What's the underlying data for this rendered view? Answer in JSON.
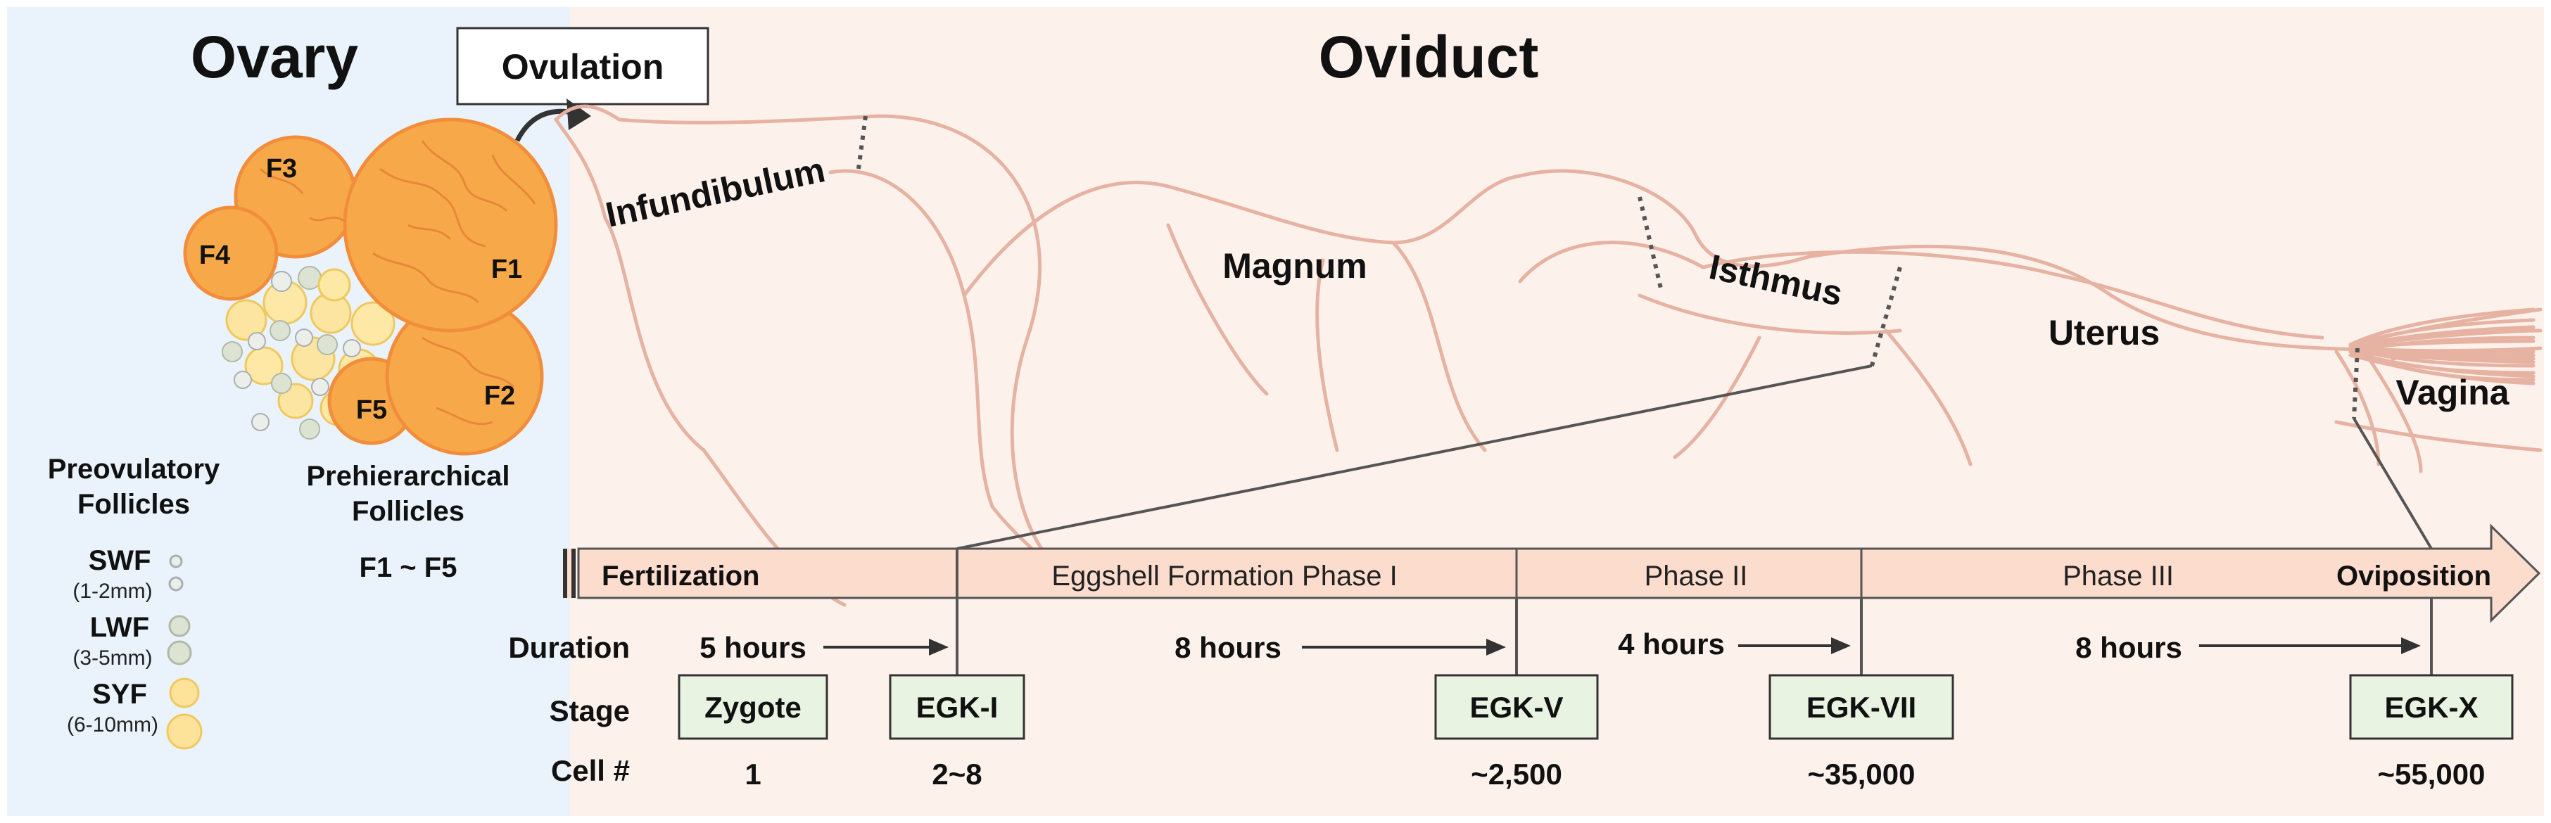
{
  "regions": {
    "ovary_title": "Ovary",
    "oviduct_title": "Oviduct",
    "ovulation_label": "Ovulation"
  },
  "oviduct_segments": {
    "infundibulum": "Infundibulum",
    "magnum": "Magnum",
    "isthmus": "Isthmus",
    "uterus": "Uterus",
    "vagina": "Vagina"
  },
  "follicles": {
    "f1": "F1",
    "f2": "F2",
    "f3": "F3",
    "f4": "F4",
    "f5": "F5",
    "preovulatory_line1": "Preovulatory",
    "preovulatory_line2": "Follicles",
    "prehierarchical_line1": "Prehierarchical",
    "prehierarchical_line2": "Follicles",
    "range": "F1 ~ F5"
  },
  "legend": [
    {
      "name": "SWF",
      "size": "(1-2mm)"
    },
    {
      "name": "LWF",
      "size": "(3-5mm)"
    },
    {
      "name": "SYF",
      "size": "(6-10mm)"
    }
  ],
  "timeline": {
    "start": "Fertilization",
    "phase1": "Eggshell Formation Phase I",
    "phase2": "Phase II",
    "phase3": "Phase III",
    "end": "Oviposition"
  },
  "row_labels": {
    "duration": "Duration",
    "stage": "Stage",
    "cells": "Cell #"
  },
  "durations": [
    "5 hours",
    "8 hours",
    "4 hours",
    "8 hours"
  ],
  "stages": [
    {
      "name": "Zygote",
      "cells": "1"
    },
    {
      "name": "EGK-I",
      "cells": "2~8"
    },
    {
      "name": "EGK-V",
      "cells": "~2,500"
    },
    {
      "name": "EGK-VII",
      "cells": "~35,000"
    },
    {
      "name": "EGK-X",
      "cells": "~55,000"
    }
  ],
  "colors": {
    "ovary_bg": "#eaf3fb",
    "oviduct_bg": "#fdf1ec",
    "follicle": "#f7a94a",
    "follicle_vein": "#e8873a",
    "oviduct_outline": "#e6b2a2",
    "timeline_fill": "#fbdccd",
    "stage_box": "#e9f3e2"
  }
}
